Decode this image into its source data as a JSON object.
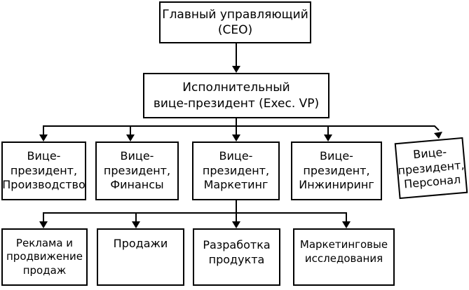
{
  "nodes": {
    "ceo": "Главный управляющий\n(CEO)",
    "exec_vp": "Исполнительный\nвице-президент (Exec. VP)",
    "vp_production": "Вице-\nпрезидент,\nПроизводство",
    "vp_finance": "Вице-\nпрезидент,\nФинансы",
    "vp_marketing": "Вице-\nпрезидент,\nМаркетинг",
    "vp_engineering": "Вице-\nпрезидент,\nИнжиниринг",
    "vp_personnel": "Вице-\nпрезидент,\nПерсонал",
    "advertising": "Реклама и\nпродвижение\nпродаж",
    "sales": "Продажи",
    "product_development": "Разработка\nпродукта",
    "marketing_research": "Маркетинговые\nисследования"
  }
}
